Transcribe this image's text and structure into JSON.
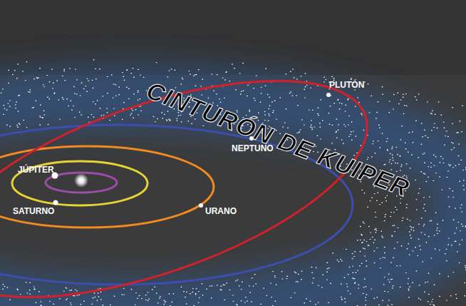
{
  "diagram": {
    "labels": [
      "JÚPITER",
      "SATURNO",
      "URANO",
      "NEPTUNO",
      "PLUTÓN",
      "CINTURÓN DE KUIPER"
    ]
  }
}
